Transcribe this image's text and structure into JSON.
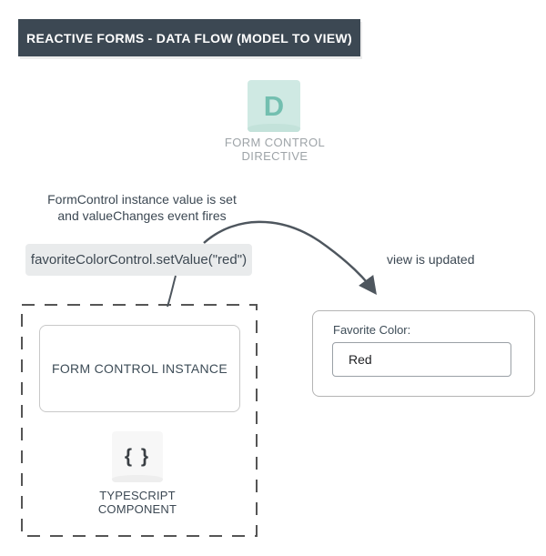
{
  "title_bar": {
    "text": "REACTIVE FORMS - DATA FLOW (MODEL TO VIEW)"
  },
  "directive": {
    "icon_letter": "D",
    "label_line1": "FORM CONTROL",
    "label_line2": "DIRECTIVE"
  },
  "flow": {
    "event_note_line1": "FormControl instance value is set",
    "event_note_line2": "and valueChanges event fires",
    "code": "favoriteColorControl.setValue(\"red\")",
    "arrow_label": "view is updated"
  },
  "form_view": {
    "label": "Favorite Color:",
    "input_value": "Red"
  },
  "component": {
    "instance_label": "FORM CONTROL INSTANCE",
    "icon_glyph": "{ }",
    "label_line1": "TYPESCRIPT",
    "label_line2": "COMPONENT"
  },
  "colors": {
    "header_bg": "#3c4853",
    "header_text": "#ffffff",
    "slate_text": "#3c4853",
    "muted_text": "#9ea4a8",
    "code_bg": "#e9ebec",
    "mint_bg": "#cfe9e3",
    "mint_strip": "#c3e2da",
    "teal_letter": "#73bfb0",
    "ts_icon_bg": "#f7f7f7",
    "arrow": "#4e565e",
    "dashed_border": "#555555"
  }
}
